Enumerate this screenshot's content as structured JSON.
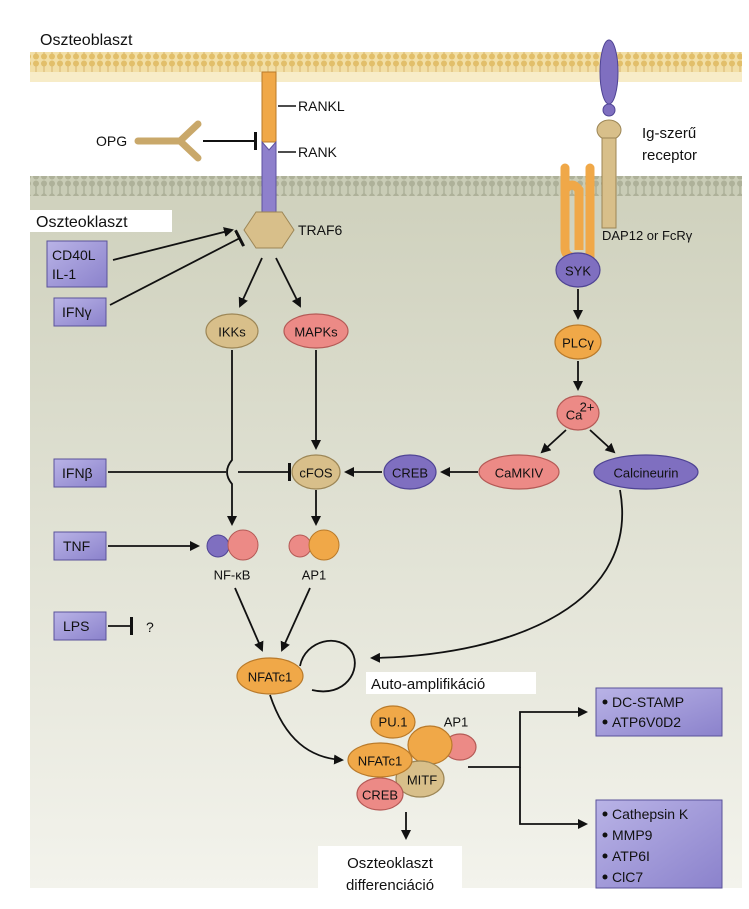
{
  "cells": {
    "osteoblast": "Oszteoblaszt",
    "osteoclast": "Oszteoklaszt"
  },
  "receptors": {
    "rankl": "RANKL",
    "rank": "RANK",
    "opg": "OPG",
    "ig_line1": "Ig-szerű",
    "ig_line2": "receptor",
    "dap12": "DAP12 or FcRγ",
    "traf6": "TRAF6"
  },
  "nodes": {
    "ikks": "IKKs",
    "mapks": "MAPKs",
    "syk": "SYK",
    "plcg": "PLCγ",
    "ca": "Ca",
    "ca_sup": "2+",
    "camkiv": "CaMKIV",
    "calcineurin": "Calcineurin",
    "creb": "CREB",
    "cfos": "cFOS",
    "nfkb": "NF-κB",
    "ap1": "AP1",
    "nfatc1": "NFATc1",
    "auto": "Auto-amplifikáció",
    "pu1": "PU.1",
    "ap1_complex": "AP1",
    "nfatc1_complex": "NFATc1",
    "mitf": "MITF",
    "creb_complex": "CREB"
  },
  "inputs": {
    "cd40l": "CD40L",
    "il1": "IL-1",
    "ifng": "IFNγ",
    "ifnb": "IFNβ",
    "tnf": "TNF",
    "lps": "LPS",
    "question": "?"
  },
  "targets": {
    "group1": [
      "DC-STAMP",
      "ATP6V0D2"
    ],
    "group2": [
      "Cathepsin K",
      "MMP9",
      "ATP6I",
      "ClC7"
    ]
  },
  "outcome": {
    "line1": "Oszteoklaszt",
    "line2": "differenciáció"
  },
  "colors": {
    "membrane": "#e8cf8a",
    "cytoplasm": "#d6d8c6",
    "purple": "#7f6fc0",
    "orange": "#f0a848",
    "pink": "#ec8a86",
    "tan": "#d8bf8a",
    "box": "#9e96d6"
  }
}
